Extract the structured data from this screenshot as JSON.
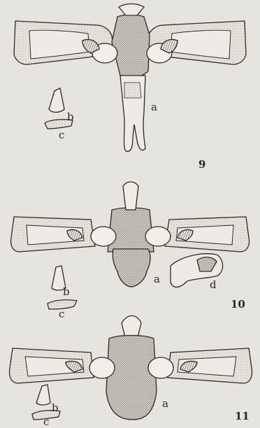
{
  "figures": [
    {
      "number": "9",
      "labels": [
        "a",
        "b",
        "c"
      ]
    },
    {
      "number": "10",
      "labels": [
        "a",
        "b",
        "c",
        "d"
      ]
    },
    {
      "number": "11",
      "labels": [
        "a",
        "b",
        "c"
      ]
    }
  ]
}
